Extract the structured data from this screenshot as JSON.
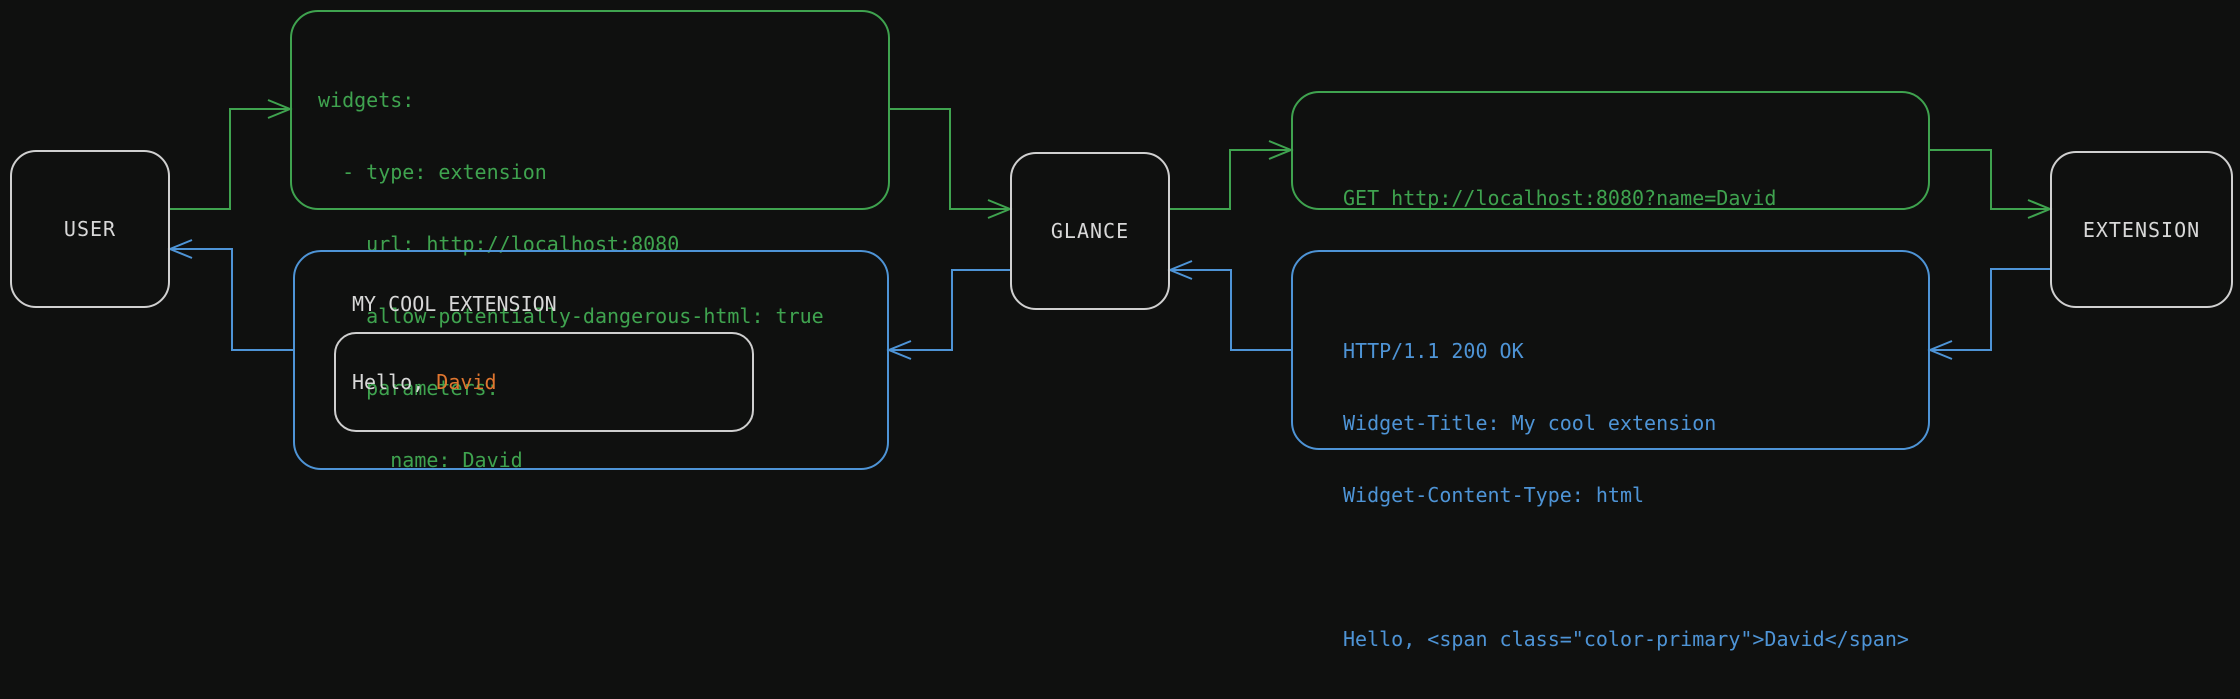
{
  "colors": {
    "background": "#0f100f",
    "request_green": "#3fa34f",
    "response_blue": "#4e94d6",
    "neutral_gray": "#d8d8d8",
    "primary_orange": "#e0762f"
  },
  "nodes": {
    "user": {
      "label": "USER"
    },
    "glance": {
      "label": "GLANCE"
    },
    "extension": {
      "label": "EXTENSION"
    }
  },
  "config_box": {
    "lines": [
      "widgets:",
      "  - type: extension",
      "    url: http://localhost:8080",
      "    allow-potentially-dangerous-html: true",
      "    parameters:",
      "      name: David"
    ]
  },
  "request_box": {
    "text": "GET http://localhost:8080?name=David"
  },
  "response_box": {
    "lines": [
      "HTTP/1.1 200 OK",
      "Widget-Title: My cool extension",
      "Widget-Content-Type: html",
      "",
      "Hello, <span class=\"color-primary\">David</span>"
    ]
  },
  "widget_box": {
    "title": "MY COOL EXTENSION",
    "hello_prefix": "Hello, ",
    "hello_name": "David"
  }
}
